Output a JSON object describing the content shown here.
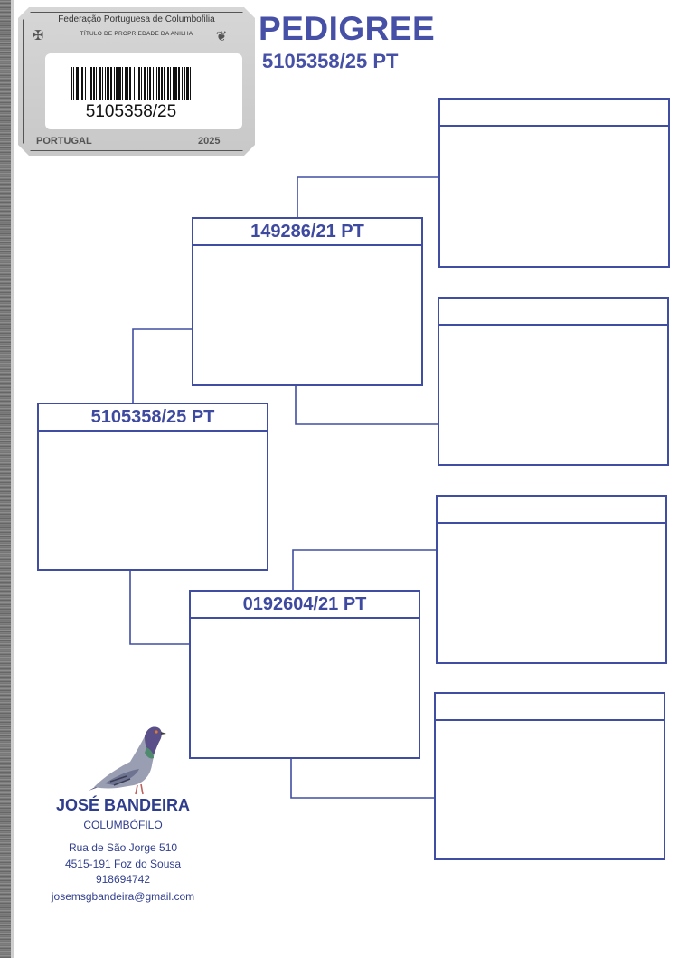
{
  "certificate": {
    "federation": "Federação Portuguesa de Columbofilia",
    "subtitle": "TÍTULO DE PROPRIEDADE DA ANILHA",
    "ring_number": "5105358/25",
    "country": "PORTUGAL",
    "year": "2025"
  },
  "header": {
    "title": "PEDIGREE",
    "ring": "5105358/25  PT"
  },
  "pedigree": {
    "subject": {
      "ring": "5105358/25  PT"
    },
    "sire": {
      "ring": "149286/21  PT"
    },
    "dam": {
      "ring": "0192604/21  PT"
    },
    "grandparents": [
      {
        "ring": ""
      },
      {
        "ring": ""
      },
      {
        "ring": ""
      },
      {
        "ring": ""
      }
    ]
  },
  "breeder": {
    "name": "JOSÉ BANDEIRA",
    "role": "COLUMBÓFILO",
    "address1": "Rua de São Jorge 510",
    "address2": "4515-191 Foz do Sousa",
    "phone": "918694742",
    "email": "josemsgbandeira@gmail.com"
  },
  "colors": {
    "accent": "#4650a6",
    "box_border": "#3f4ea2",
    "breeder_text": "#2f3d8e"
  }
}
